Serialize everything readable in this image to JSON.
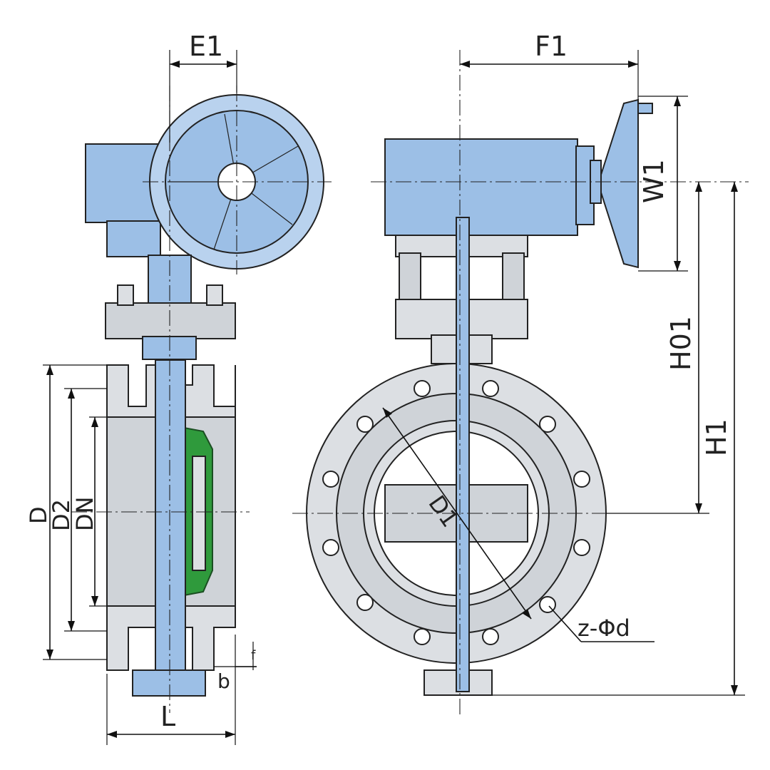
{
  "labels": {
    "e1": "E1",
    "f1": "F1",
    "w1": "W1",
    "h01": "H01",
    "h1": "H1",
    "d": "D",
    "d2": "D2",
    "dn": "DN",
    "d1": "D1",
    "l": "L",
    "b": "b",
    "f": "f",
    "z_phi_d": "z-Φd"
  },
  "colors": {
    "actuator_blue": "#9cbfe6",
    "body_grey": "#dcdfe3",
    "seal_green": "#2f9a3c"
  }
}
